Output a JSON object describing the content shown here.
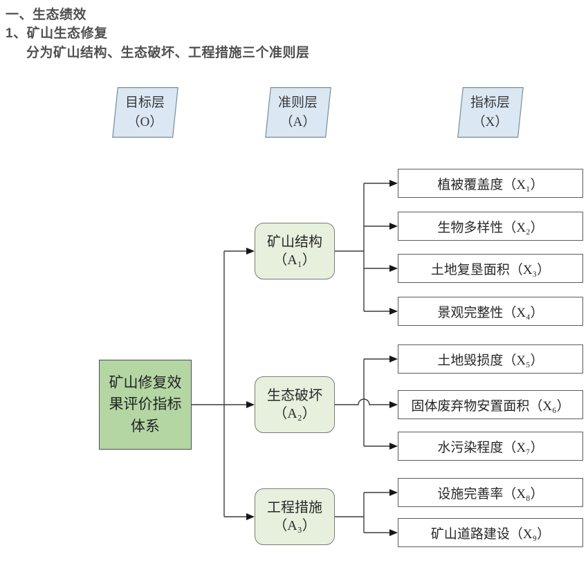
{
  "header": {
    "line1": "一、生态绩效",
    "line2": "1、矿山生态修复",
    "line3": "分为矿山结构、生态破坏、工程措施三个准则层"
  },
  "diagram": {
    "layers": [
      {
        "title": "目标层",
        "code": "（O）"
      },
      {
        "title": "准则层",
        "code": "（A）"
      },
      {
        "title": "指标层",
        "code": "（X）"
      }
    ],
    "goal": "矿山修复效果评价指标体系",
    "criteria": [
      {
        "name": "矿山结构",
        "code": "（A₁）"
      },
      {
        "name": "生态破坏",
        "code": "（A₂）"
      },
      {
        "name": "工程措施",
        "code": "（A₃）"
      }
    ],
    "indicators": [
      "植被覆盖度（X₁）",
      "生物多样性（X₂）",
      "土地复垦面积（X₃）",
      "景观完整性（X₄）",
      "土地毁损度（X₅）",
      "固体废弃物安置面积（X₆）",
      "水污染程度（X₇）",
      "设施完善率（X₈）",
      "矿山道路建设（X₉）"
    ]
  },
  "colors": {
    "goal_fill": "#b3d6a3",
    "criteria_fill": "#e6f0dd",
    "layer_fill": "#dbe8f4",
    "line_color": "#3a3a3a",
    "box_border": "#5a5a5a",
    "heading_color": "#4f4f4f"
  }
}
